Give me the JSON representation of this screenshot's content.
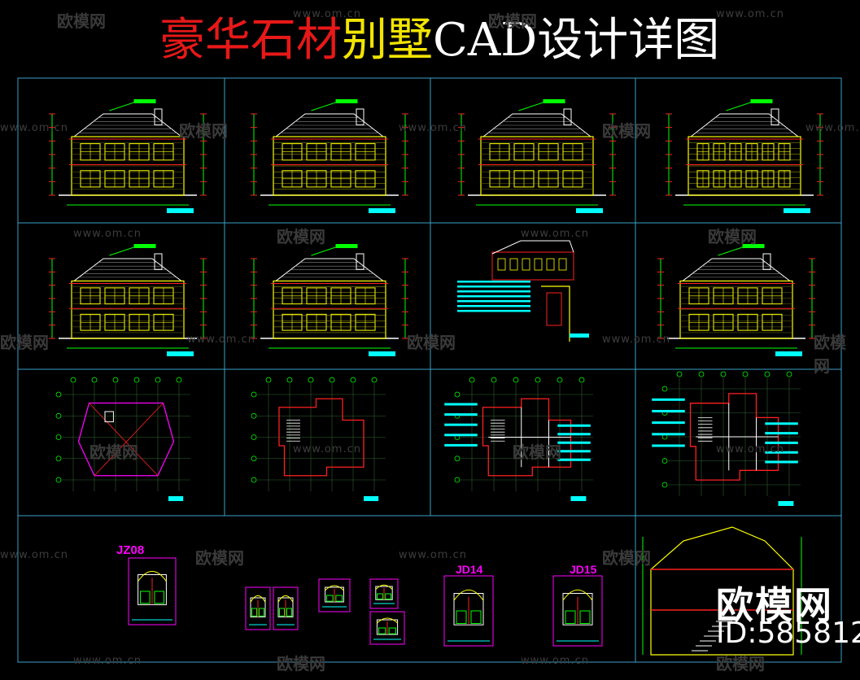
{
  "title": {
    "parts": [
      {
        "text": "豪华石材",
        "color": "#e81818"
      },
      {
        "text": "别墅",
        "color": "#f2e400"
      },
      {
        "text": "CAD设计详图",
        "color": "#ffffff"
      }
    ]
  },
  "watermark": {
    "url": "www.om.cn",
    "logo": "欧模网"
  },
  "labels": {
    "jz08": "JZ08",
    "jd14": "JD14",
    "jd15": "JD15"
  },
  "brand": {
    "logo": "欧模网",
    "id": "ID:585812"
  },
  "colors": {
    "frame": "#3aa0c8",
    "yellow": "#ffff00",
    "green": "#00ff00",
    "red": "#ff2020",
    "cyan": "#00ffff",
    "magenta": "#ff00ff",
    "white": "#ffffff"
  }
}
